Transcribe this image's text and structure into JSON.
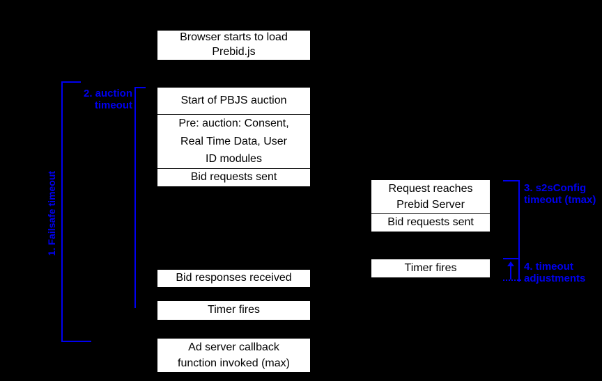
{
  "title": "Prebid.js timeout timeline diagram",
  "colors": {
    "background": "#000000",
    "box_background": "#ffffff",
    "box_text": "#000000",
    "accent_blue": "#0000f0"
  },
  "events": {
    "browser_load": "Browser starts to load\nPrebid.js",
    "start_auction": "Start of PBJS auction",
    "pre_auction": "Pre: auction: Consent,\nReal Time Data, User\nID modules",
    "bid_requests_sent_client": "Bid requests sent",
    "bid_responses_received": "Bid responses received",
    "timer_fires_client": "Timer fires",
    "ad_server_callback": "Ad server callback\nfunction invoked (max)",
    "request_reaches_server": "Request reaches\nPrebid Server",
    "bid_requests_sent_server": "Bid requests sent",
    "timer_fires_server": "Timer fires"
  },
  "annotations": {
    "failsafe_timeout": "1. Failsafe timeout",
    "auction_timeout": "2. auction\ntimeout",
    "s2s_timeout": "3. s2sConfig\ntimeout (tmax)",
    "timeout_adjustments": "4. timeout\nadjustments"
  }
}
